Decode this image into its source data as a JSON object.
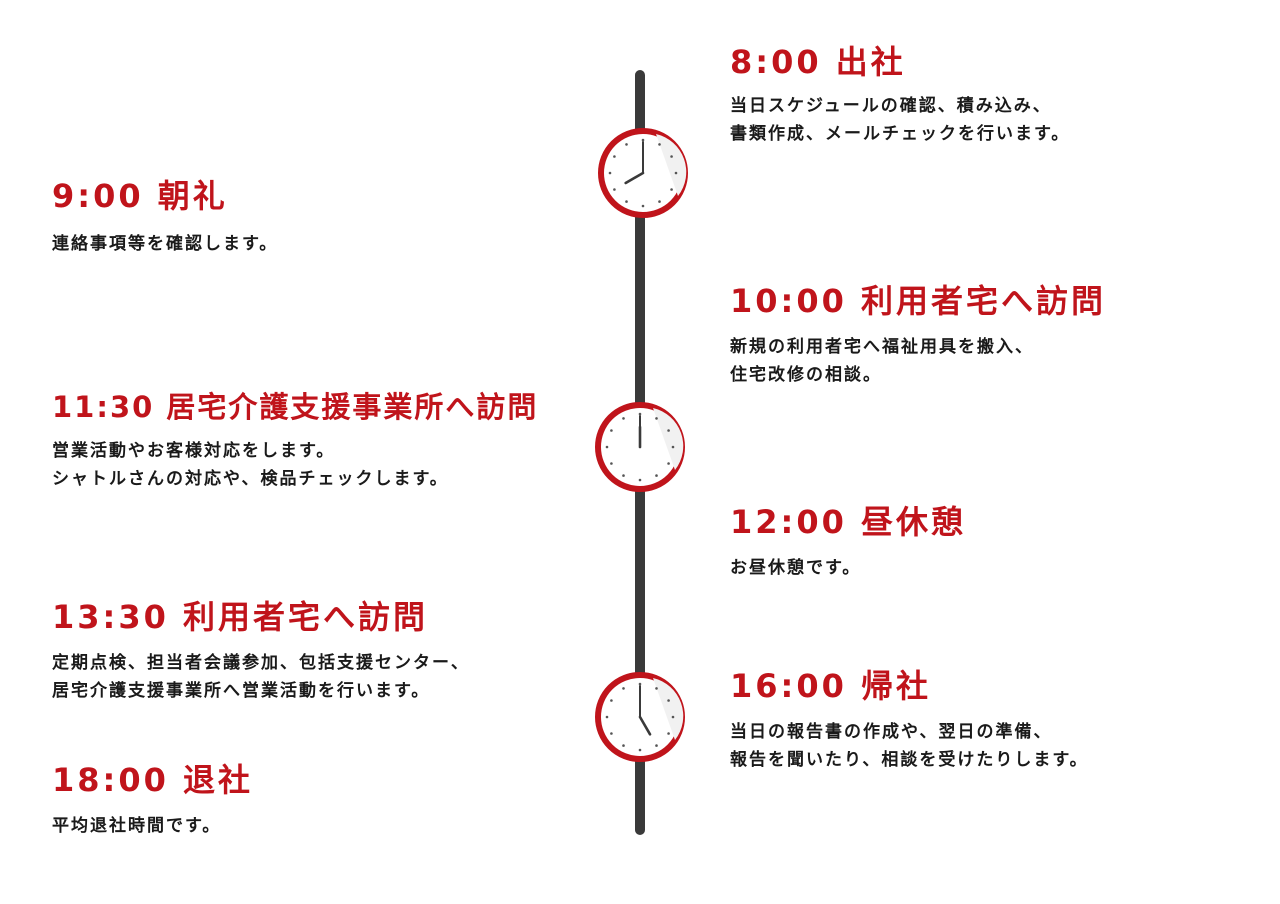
{
  "colors": {
    "accent": "#c0141b",
    "axis": "#3a3a3a",
    "text": "#1a1a1a"
  },
  "clocks": [
    {
      "name": "clock-icon-8",
      "time": "8:00"
    },
    {
      "name": "clock-icon-12",
      "time": "12:00"
    },
    {
      "name": "clock-icon-16",
      "time": "17:00"
    }
  ],
  "entries": [
    {
      "id": "0800",
      "title": "8:00 出社",
      "lines": [
        "当日スケジュールの確認、積み込み、",
        "書類作成、メールチェックを行います。"
      ]
    },
    {
      "id": "0900",
      "title": "9:00 朝礼",
      "lines": [
        "連絡事項等を確認します。"
      ]
    },
    {
      "id": "1000",
      "title": "10:00 利用者宅へ訪問",
      "lines": [
        "新規の利用者宅へ福祉用具を搬入、",
        "住宅改修の相談。"
      ]
    },
    {
      "id": "1130",
      "title": "11:30 居宅介護支援事業所へ訪問",
      "lines": [
        "営業活動やお客様対応をします。",
        "シャトルさんの対応や、検品チェックします。"
      ]
    },
    {
      "id": "1200",
      "title": "12:00 昼休憩",
      "lines": [
        "お昼休憩です。"
      ]
    },
    {
      "id": "1330",
      "title": "13:30 利用者宅へ訪問",
      "lines": [
        "定期点検、担当者会議参加、包括支援センター、",
        "居宅介護支援事業所へ営業活動を行います。"
      ]
    },
    {
      "id": "1600",
      "title": "16:00 帰社",
      "lines": [
        "当日の報告書の作成や、翌日の準備、",
        "報告を聞いたり、相談を受けたりします。"
      ]
    },
    {
      "id": "1800",
      "title": "18:00 退社",
      "lines": [
        "平均退社時間です。"
      ]
    }
  ]
}
